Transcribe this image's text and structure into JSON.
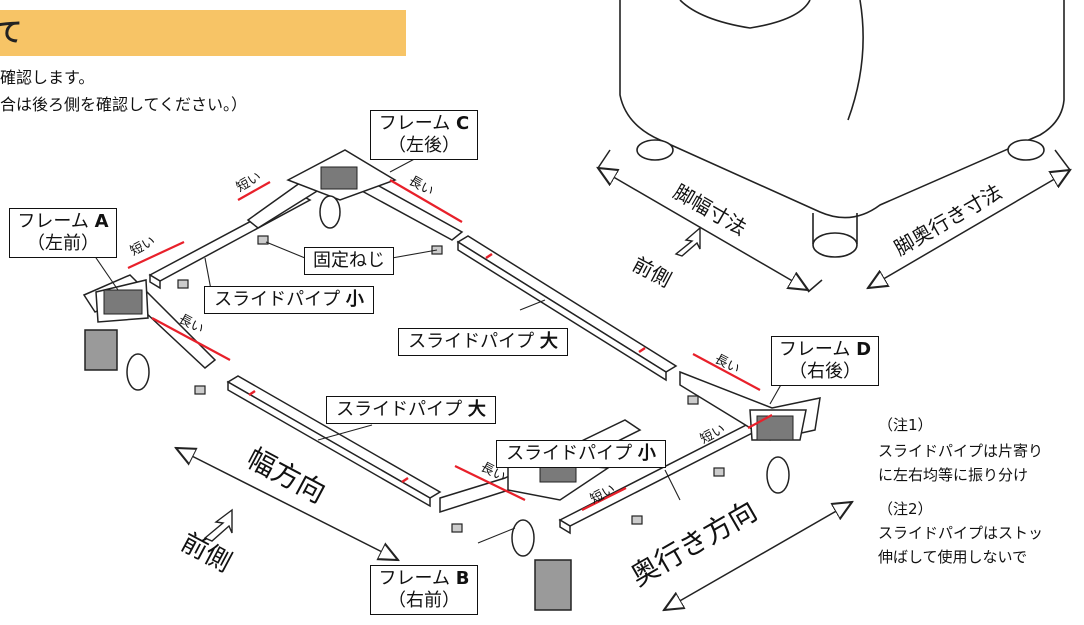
{
  "header": {
    "title": "て",
    "color": "#f7c466"
  },
  "intro": {
    "line1": "確認します。",
    "line2": "合は後ろ側を確認してください。）"
  },
  "frames": {
    "a": {
      "name": "フレーム",
      "letter": "A",
      "pos": "（左前）"
    },
    "b": {
      "name": "フレーム",
      "letter": "B",
      "pos": "（右前）"
    },
    "c": {
      "name": "フレーム",
      "letter": "C",
      "pos": "（左後）"
    },
    "d": {
      "name": "フレーム",
      "letter": "D",
      "pos": "（右後）"
    }
  },
  "pipes": {
    "small_label": "スライドパイプ",
    "small_size": "小",
    "large_label": "スライドパイプ",
    "large_size": "大"
  },
  "fixing_screw": "固定ねじ",
  "marks": {
    "long": "長い",
    "short": "短い"
  },
  "directions": {
    "width": "幅方向",
    "depth": "奥行き方向",
    "front": "前側",
    "leg_width": "脚幅寸法",
    "leg_depth": "脚奥行き寸法"
  },
  "notes": {
    "n1_title": "（注1）",
    "n1_line1": "スライドパイプは片寄り",
    "n1_line2": "に左右均等に振り分け",
    "n2_title": "（注2）",
    "n2_line1": "スライドパイプはストッ",
    "n2_line2": "伸ばして使用しないで"
  },
  "colors": {
    "accent_red": "#e8202a",
    "frame_gray": "#7a7a7a",
    "header": "#f7c466"
  }
}
